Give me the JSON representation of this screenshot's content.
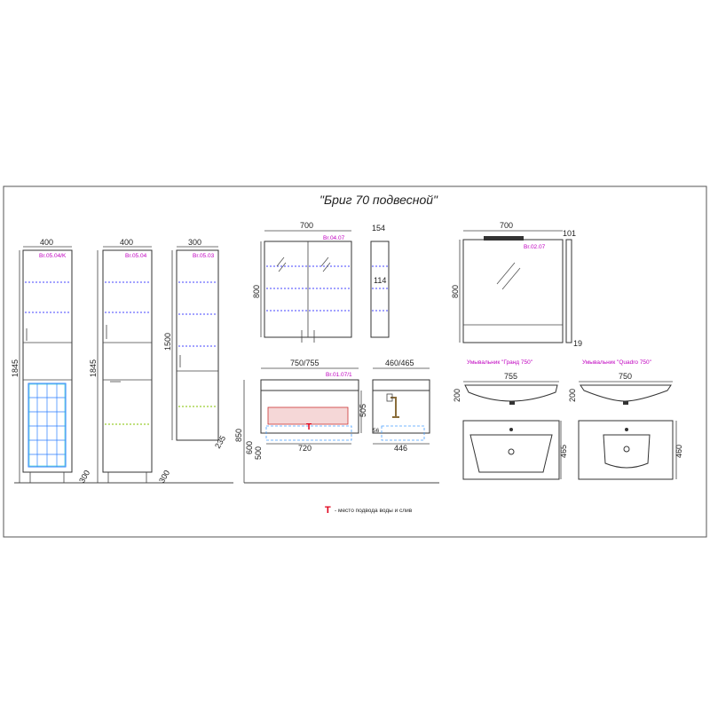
{
  "title": "\"Бриг 70 подвесной\"",
  "cabinets": {
    "left": {
      "width": "400",
      "code": "Br.05.04/K",
      "height": "1845",
      "leg": "300"
    },
    "mid": {
      "width": "400",
      "code": "Br.05.04",
      "height": "1845",
      "leg": "300"
    },
    "narrow": {
      "width": "300",
      "code": "Br.05.03",
      "height": "1500",
      "depth": "235"
    }
  },
  "mirror_cabinet": {
    "width": "700",
    "code": "Br.04.07",
    "height": "800",
    "depth": "154",
    "inner": "114"
  },
  "mirror": {
    "width": "700",
    "code": "Br.02.07",
    "height": "800",
    "depth": "101",
    "bottom": "19"
  },
  "vanity": {
    "width": "750/755",
    "code": "Br.01.07/1",
    "inner_width": "720",
    "height": "505",
    "floor": "850",
    "dim600": "600",
    "dim500": "500",
    "side_depth": "460/465",
    "side_inner": "446",
    "dim56": "56"
  },
  "sink_grand": {
    "label": "Умывальник \"Гранд 750\"",
    "width": "755",
    "height": "200",
    "depth": "465"
  },
  "sink_quadro": {
    "label": "Умывальник \"Quadro 750\"",
    "width": "750",
    "height": "200",
    "depth": "460"
  },
  "legend": {
    "symbol": "Т",
    "text": "- место подвода воды и слив"
  },
  "colors": {
    "accent": "#c000c0",
    "shelf": "#6a6aff",
    "marker": "#e0001a"
  }
}
